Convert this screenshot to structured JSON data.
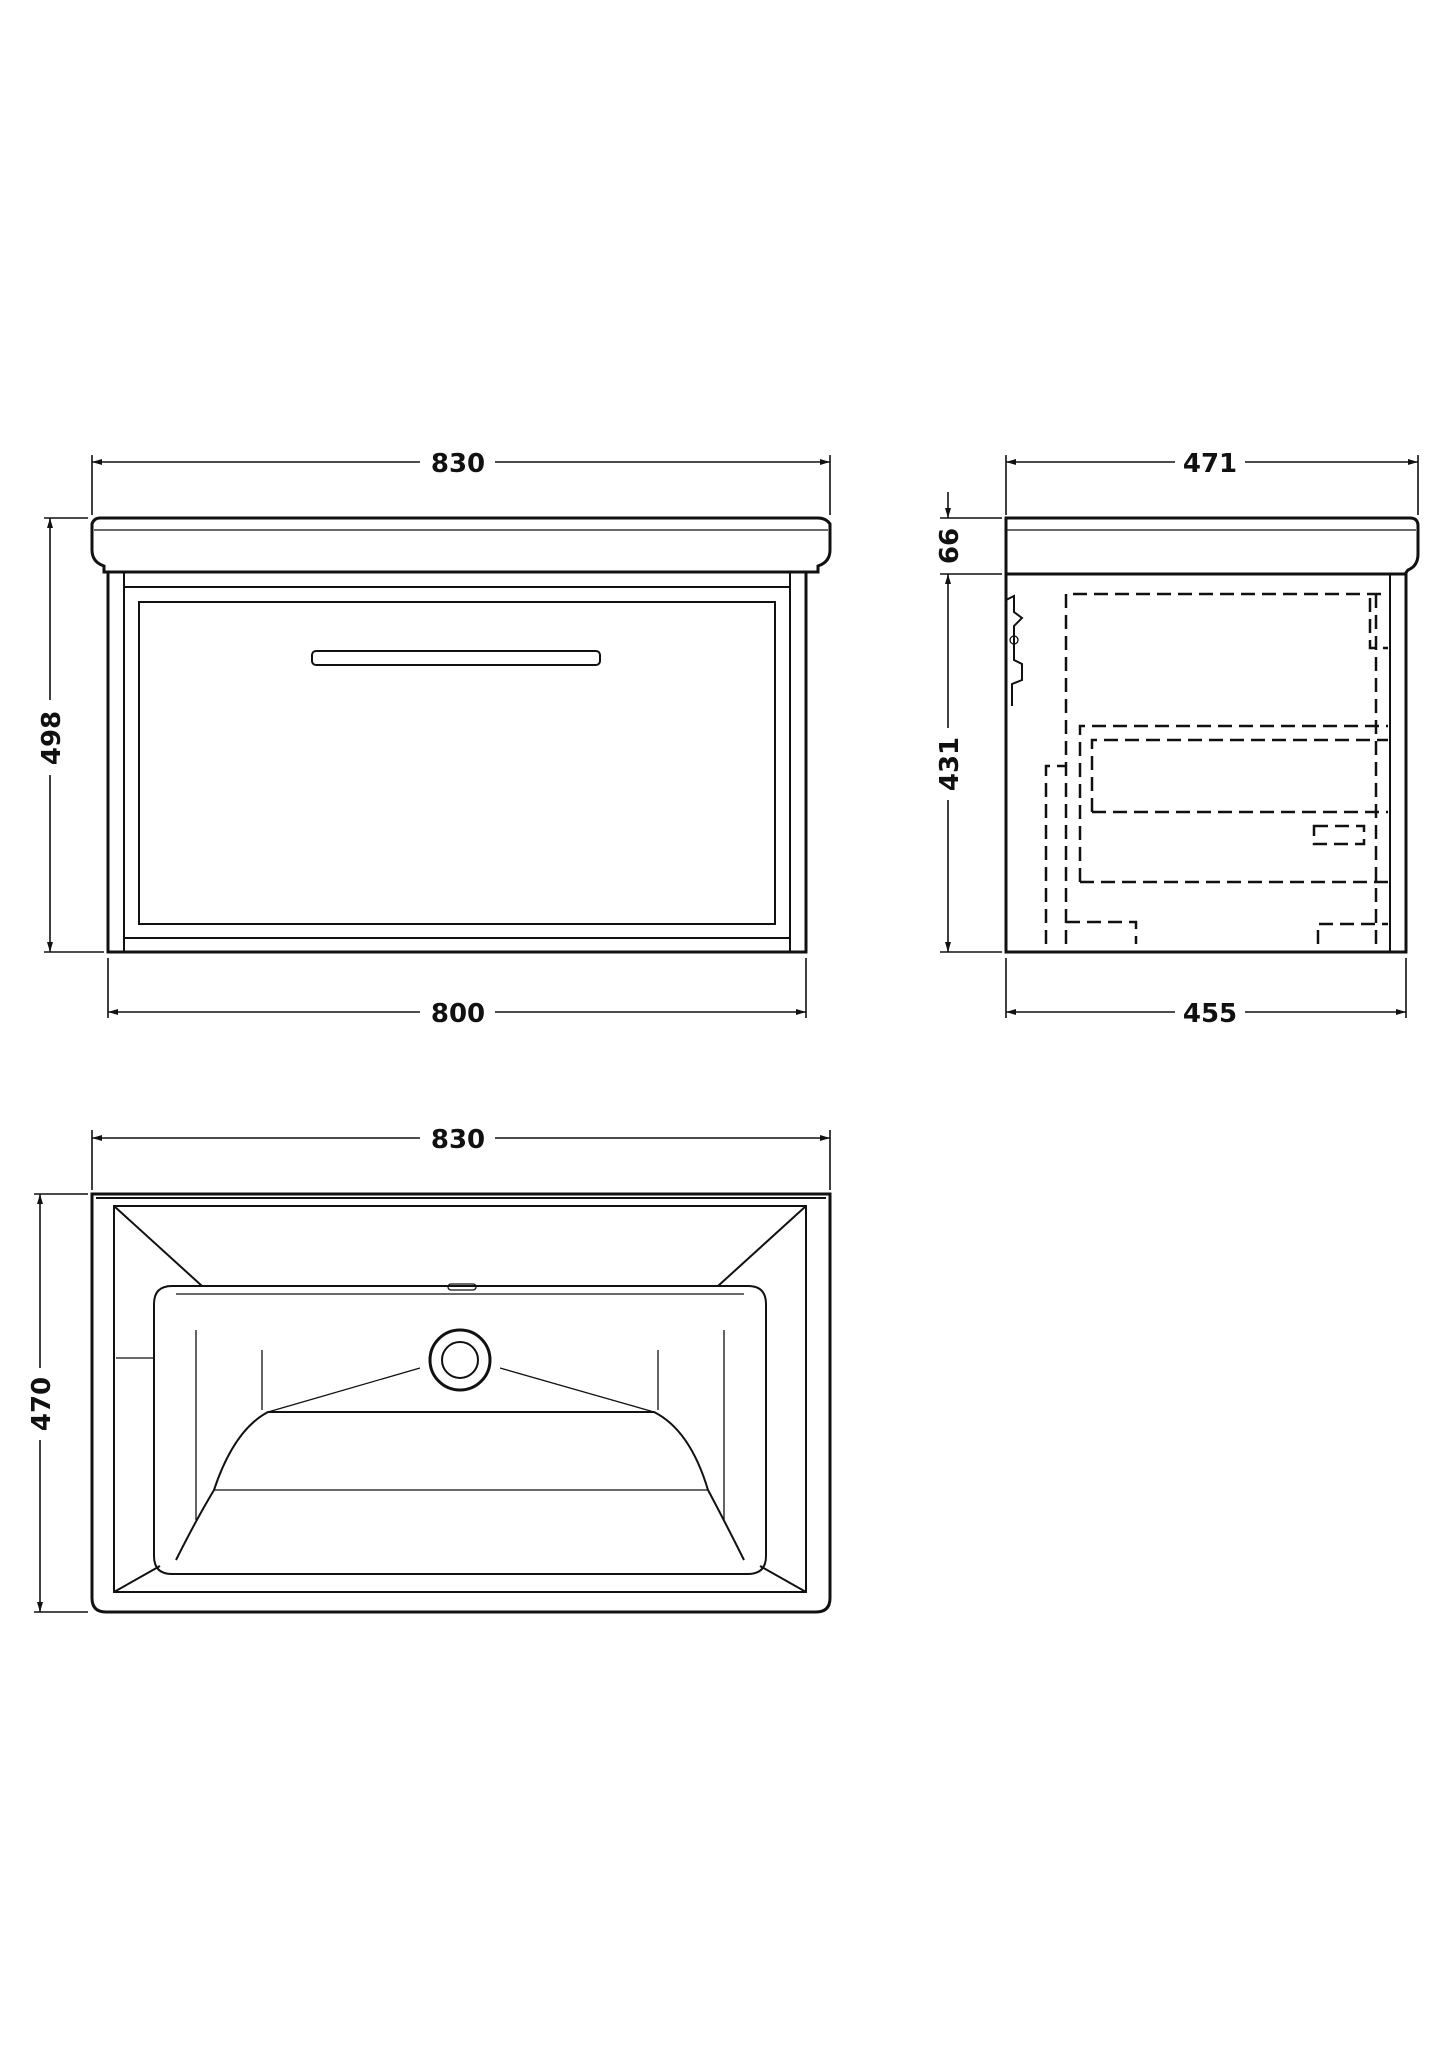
{
  "front_view": {
    "top_width": "830",
    "bottom_width": "800",
    "height": "498"
  },
  "side_view": {
    "top_depth": "471",
    "bottom_depth": "455",
    "basin_height": "66",
    "cabinet_height": "431"
  },
  "plan_view": {
    "width": "830",
    "depth": "470"
  },
  "colors": {
    "line": "#111111",
    "background": "#ffffff"
  }
}
